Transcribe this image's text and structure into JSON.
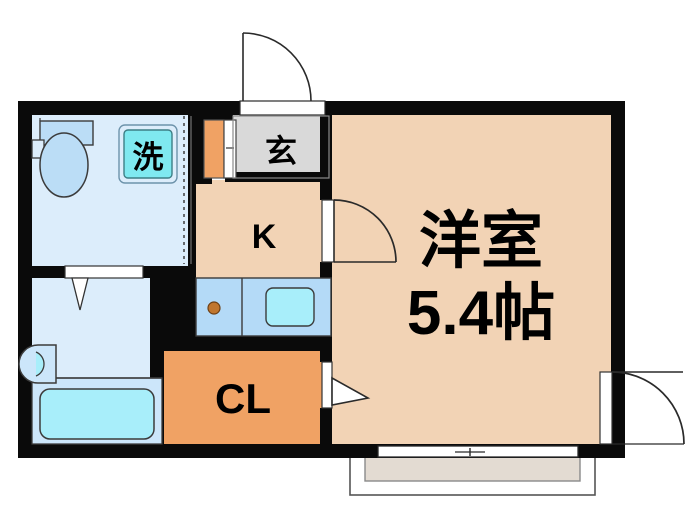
{
  "plan": {
    "title": "Apartment floor plan",
    "type": "1K floor plan",
    "rooms": [
      {
        "id": "yoshitsu",
        "label_main": "洋室",
        "label_sub": "5.4帖",
        "fill": "#F2D3B5",
        "name": "western-room"
      },
      {
        "id": "kitchen",
        "label_main": "K",
        "fill": "#F2D3B5",
        "name": "kitchen"
      },
      {
        "id": "genkan",
        "label_main": "玄",
        "fill": "#D9D9D9",
        "name": "entrance-genkan"
      },
      {
        "id": "closet",
        "label_main": "CL",
        "fill": "#F0A264",
        "name": "closet"
      },
      {
        "id": "washroom",
        "label_main": "洗",
        "fill": "#7FE9F0",
        "name": "washing-machine-space"
      },
      {
        "id": "toilet",
        "label_main": "",
        "fill": "#DCEDFB",
        "name": "toilet-room"
      },
      {
        "id": "bath",
        "label_main": "",
        "fill": "#DCEDFB",
        "name": "bathroom"
      },
      {
        "id": "balcony",
        "label_main": "",
        "fill": "#E3DBD2",
        "name": "balcony"
      }
    ],
    "fixtures": [
      {
        "name": "toilet-bowl",
        "fill": "#BBDDF6"
      },
      {
        "name": "toilet-tank",
        "fill": "#BBDDF6"
      },
      {
        "name": "bathtub",
        "fill": "#A8EEFA"
      },
      {
        "name": "bath-sink",
        "fill": "#CCE6FA"
      },
      {
        "name": "kitchen-sink",
        "fill": "#A8EEFA"
      },
      {
        "name": "stove-burner",
        "fill": "#C0762E"
      },
      {
        "name": "kitchen-counter",
        "fill": "#B4DAF7"
      },
      {
        "name": "shoe-cabinet",
        "fill": "#F0A264"
      }
    ],
    "colors": {
      "wall": "#0A0A0A",
      "room_peach": "#F2D3B5",
      "closet_orange": "#F0A264",
      "genkan_gray": "#D9D9D9",
      "water_pale": "#DCEDFB",
      "water_mid": "#B4DAF7",
      "water_bright": "#A8EEFA",
      "balcony_gray": "#E3DBD2",
      "background": "#FFFFFF"
    },
    "labels": {
      "western_room": "洋室",
      "western_room_size": "5.4帖",
      "kitchen": "K",
      "genkan": "玄",
      "closet": "CL",
      "washer": "洗"
    }
  }
}
